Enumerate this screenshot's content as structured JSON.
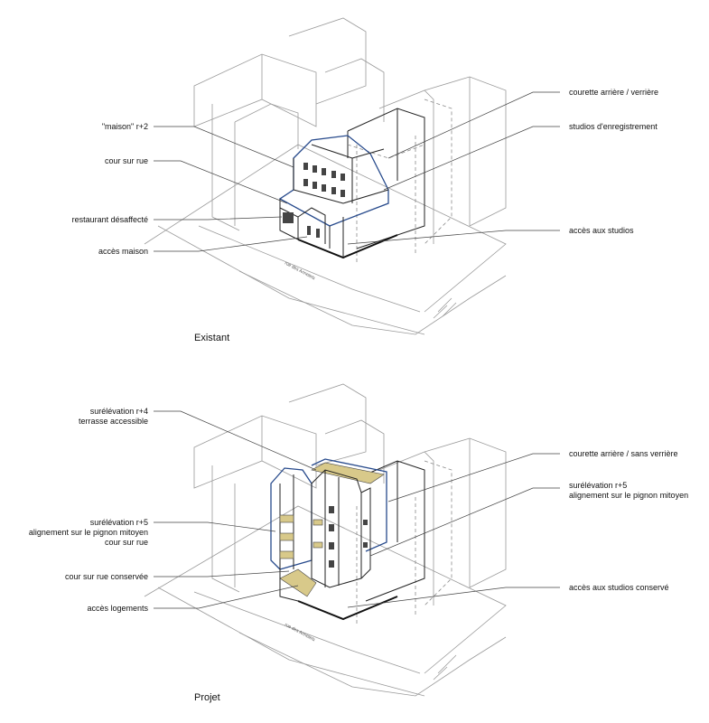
{
  "top": {
    "caption": "Existant",
    "street": "rue des Annelets",
    "labels_left": [
      {
        "id": "maison",
        "lines": [
          "\"maison\" r+2"
        ]
      },
      {
        "id": "cour",
        "lines": [
          "cour sur rue"
        ]
      },
      {
        "id": "restaurant",
        "lines": [
          "restaurant désaffecté"
        ]
      },
      {
        "id": "acces_maison",
        "lines": [
          "accès maison"
        ]
      }
    ],
    "labels_right": [
      {
        "id": "courette",
        "lines": [
          "courette arrière / verrière"
        ]
      },
      {
        "id": "studios",
        "lines": [
          "studios d'enregistrement"
        ]
      },
      {
        "id": "acces_studios",
        "lines": [
          "accès aux studios"
        ]
      }
    ]
  },
  "bottom": {
    "caption": "Projet",
    "street": "rue des Annelets",
    "labels_left": [
      {
        "id": "surelev4",
        "lines": [
          "surélévation r+4",
          "terrasse accessible"
        ]
      },
      {
        "id": "surelev5l",
        "lines": [
          "surélévation r+5",
          "alignement sur le pignon mitoyen",
          "cour sur rue"
        ]
      },
      {
        "id": "cour_cons",
        "lines": [
          "cour sur rue conservée"
        ]
      },
      {
        "id": "acces_log",
        "lines": [
          "accès logements"
        ]
      }
    ],
    "labels_right": [
      {
        "id": "courette2",
        "lines": [
          "courette arrière / sans verrière"
        ]
      },
      {
        "id": "surelev5r",
        "lines": [
          "surélévation r+5",
          "alignement sur le pignon mitoyen"
        ]
      },
      {
        "id": "acces_stud2",
        "lines": [
          "accès aux studios conservé"
        ]
      }
    ]
  },
  "colors": {
    "outline_blue": "#274a8c",
    "context_grey": "#9a9a9a",
    "terrace_ochre": "#d8c98a"
  }
}
